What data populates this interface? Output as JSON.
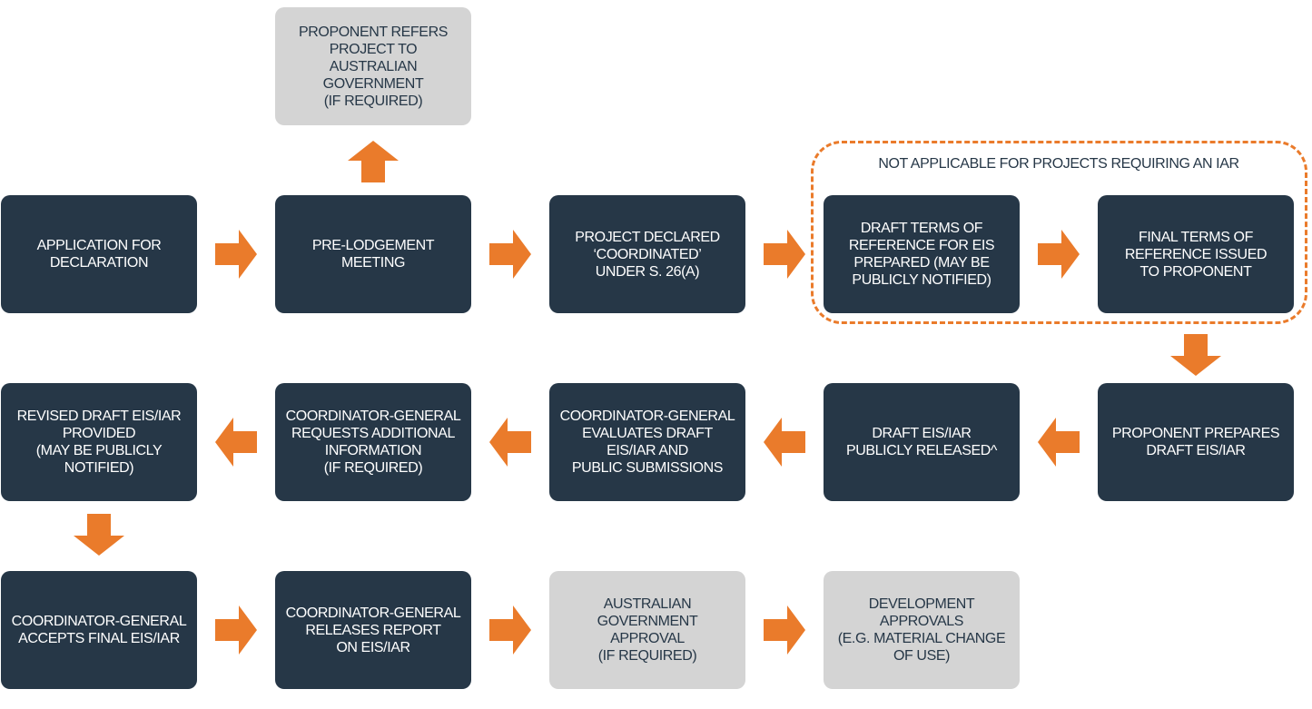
{
  "colors": {
    "dark_box": "#263747",
    "light_box": "#d4d4d4",
    "arrow": "#ea7b2b"
  },
  "note": "NOT APPLICABLE FOR PROJECTS REQUIRING AN IAR",
  "steps": {
    "proponent_refers": "PROPONENT REFERS\nPROJECT TO\nAUSTRALIAN GOVERNMENT\n(IF REQUIRED)",
    "application": "APPLICATION FOR\nDECLARATION",
    "pre_lodgement": "PRE-LODGEMENT\nMEETING",
    "declared": "PROJECT DECLARED\n‘COORDINATED’\nUNDER s. 26(a)",
    "draft_tor": "DRAFT TERMS OF\nREFERENCE FOR EIS\nPREPARED (MAY BE\nPUBLICLY NOTIFIED)",
    "final_tor": "FINAL TERMS OF\nREFERENCE ISSUED\nTO PROPONENT",
    "revised_draft": "REVISED DRAFT EIS/IAR\nPROVIDED\n(MAY BE PUBLICLY\nNOTIFIED)",
    "requests_info": "COORDINATOR-GENERAL\nREQUESTS ADDITIONAL\nINFORMATION\n(IF REQUIRED)",
    "evaluates": "COORDINATOR-GENERAL\nEVALUATES DRAFT\nEIS/IAR AND\nPUBLIC SUBMISSIONS",
    "released": "DRAFT EIS/IAR\nPUBLICLY RELEASED^",
    "prepares": "PROPONENT PREPARES\nDRAFT EIS/IAR",
    "accepts": "COORDINATOR-GENERAL\nACCEPTS FINAL EIS/IAR",
    "releases_report": "COORDINATOR-GENERAL\nRELEASES REPORT\nON EIS/IAR",
    "aus_approval": "AUSTRALIAN GOVERNMENT\nAPPROVAL\n(IF REQUIRED)",
    "dev_approvals": "DEVELOPMENT APPROVALS\n(E.G. MATERIAL CHANGE\nOF USE)"
  }
}
